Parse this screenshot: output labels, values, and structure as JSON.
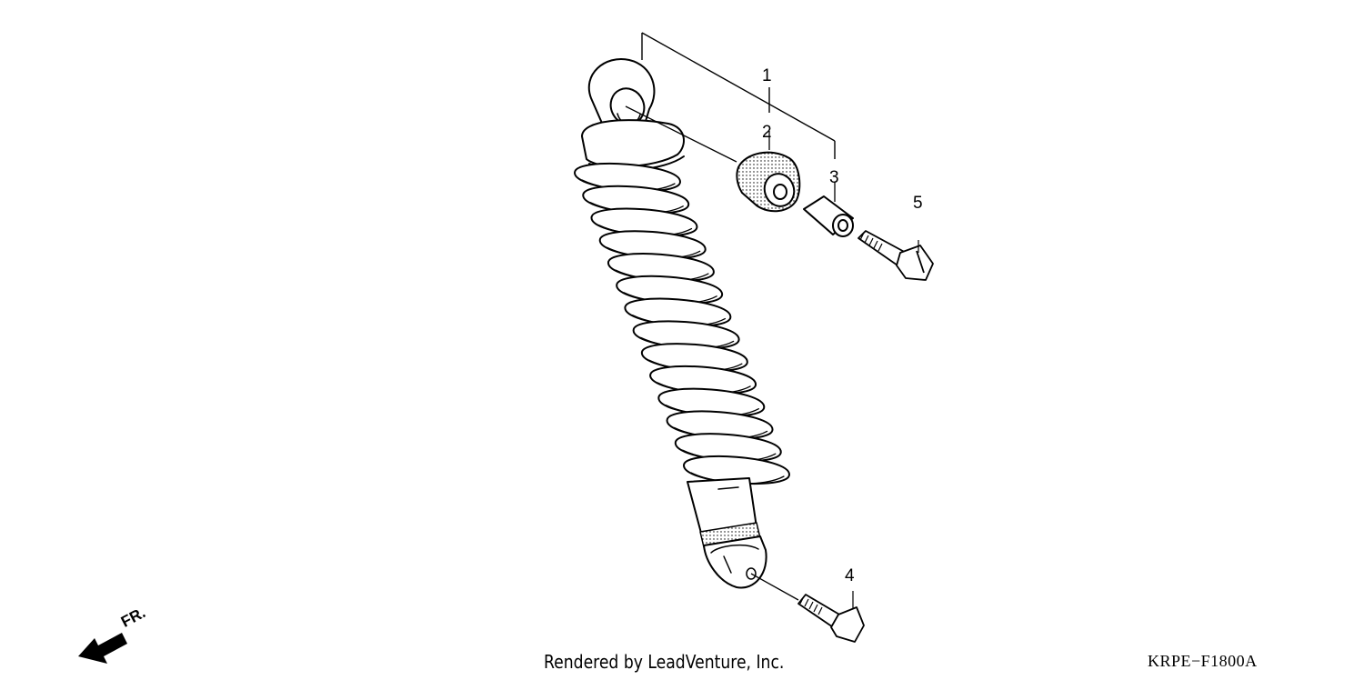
{
  "callouts": [
    {
      "id": "1",
      "label": "1"
    },
    {
      "id": "2",
      "label": "2"
    },
    {
      "id": "3",
      "label": "3"
    },
    {
      "id": "4",
      "label": "4"
    },
    {
      "id": "5",
      "label": "5"
    }
  ],
  "direction_label": "FR.",
  "footer_credit": "Rendered by LeadVenture, Inc.",
  "diagram_code": "KRPE−F1800A",
  "colors": {
    "line": "#000000",
    "background": "#ffffff"
  }
}
